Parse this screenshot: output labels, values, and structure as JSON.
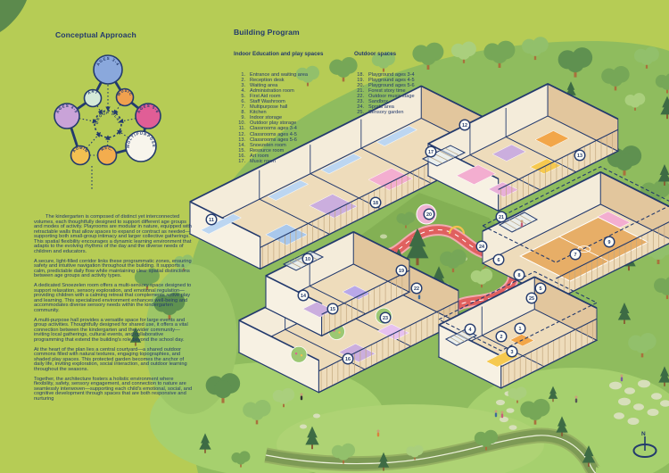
{
  "colors": {
    "ink": "#233a6d",
    "background": "#b6cc55",
    "hill": "#8fbc5e",
    "track_red": "#e0605f",
    "wall_cream": "#f4ecda",
    "floor_tan": "#eedcbb"
  },
  "concept": {
    "title": "Conceptual Approach",
    "nodes": [
      {
        "id": "ages34",
        "label": "AGES 3-4",
        "fill": "#8aa8dc"
      },
      {
        "id": "art",
        "label": "ART",
        "fill": "#d4e9d9"
      },
      {
        "id": "music",
        "label": "MUSIC",
        "fill": "#f0a04e"
      },
      {
        "id": "ages45",
        "label": "AGES 4-5",
        "fill": "#c9a3d8"
      },
      {
        "id": "ages56",
        "label": "AGES 5-6",
        "fill": "#e05e96"
      },
      {
        "id": "groupplay",
        "label": "GROUP PLAY",
        "fill": "none"
      },
      {
        "id": "multipurpose",
        "label": "MULTIPURPOSE",
        "fill": "#f8f5ec"
      },
      {
        "id": "admin",
        "label": "ADMIN",
        "fill": "#f3c051"
      },
      {
        "id": "rec",
        "label": "REC.",
        "fill": "#f3ad4e"
      }
    ]
  },
  "program": {
    "title": "Building Program",
    "indoor": {
      "heading": "Indoor Education and play spaces",
      "items": [
        {
          "n": "1.",
          "label": "Entrance and waiting area"
        },
        {
          "n": "2.",
          "label": "Reception desk"
        },
        {
          "n": "3.",
          "label": "Waiting area"
        },
        {
          "n": "4.",
          "label": "Administration room"
        },
        {
          "n": "5.",
          "label": "First Aid room"
        },
        {
          "n": "6.",
          "label": "Staff Washroom"
        },
        {
          "n": "7.",
          "label": "Multipurpose hall"
        },
        {
          "n": "8.",
          "label": "Kitchen"
        },
        {
          "n": "9.",
          "label": "Indoor storage"
        },
        {
          "n": "10.",
          "label": "Outdoor play storage"
        },
        {
          "n": "11.",
          "label": "Classrooms ages 3-4"
        },
        {
          "n": "12.",
          "label": "Classrooms ages 4-5"
        },
        {
          "n": "13.",
          "label": "Classrooms ages 5-6"
        },
        {
          "n": "14.",
          "label": "Snoezelen room"
        },
        {
          "n": "15.",
          "label": "Resource room"
        },
        {
          "n": "16.",
          "label": "Art room"
        },
        {
          "n": "17.",
          "label": "Music room"
        }
      ]
    },
    "outdoor": {
      "heading": "Outdoor spaces",
      "items": [
        {
          "n": "18.",
          "label": "Playground ages 3-4"
        },
        {
          "n": "19.",
          "label": "Playground ages 4-5"
        },
        {
          "n": "20.",
          "label": "Playground ages 5-6"
        },
        {
          "n": "21.",
          "label": "Forest story time"
        },
        {
          "n": "22.",
          "label": "Outdoor music stage"
        },
        {
          "n": "23.",
          "label": "Sandbox"
        },
        {
          "n": "24.",
          "label": "Sports area"
        },
        {
          "n": "25.",
          "label": "Sensory garden"
        }
      ]
    }
  },
  "narrative": {
    "paragraphs": [
      "The kindergarten is composed of distinct yet interconnected volumes, each thoughtfully designed to support different age groups and modes of activity. Playrooms are modular in nature, equipped with retractable walls that allow spaces to expand or contract as needed—supporting both small-group intimacy and larger collective gatherings. This spatial flexibility encourages a dynamic learning environment that adapts to the evolving rhythms of the day and the diverse needs of children and educators.",
      "A secure, light-filled corridor links these programmatic zones, ensuring safety and intuitive navigation throughout the building. It supports a calm, predictable daily flow while maintaining clear spatial distinctions between age groups and activity types.",
      "A dedicated Snoezelen room offers a multi-sensory space designed to support relaxation, sensory exploration, and emotional regulation—providing children with a calming retreat that complements active play and learning. This specialized environment enhances well-being and accommodates diverse sensory needs within the kindergarten community.",
      "A multi-purpose hall provides a versatile space for large events and group activities. Thoughtfully designed for shared use, it offers a vital connection between the kindergarten and the wider community—inviting local gatherings, cultural events, and collaborative programming that extend the building's role beyond the school day.",
      "At the heart of the plan lies a central courtyard—a shared outdoor commons filled with natural textures, engaging topographies, and shaded play spaces. This protected garden becomes the anchor of daily life, inviting exploration, social interaction, and outdoor learning throughout the seasons.",
      "Together, the architecture fosters a holistic environment where flexibility, safety, sensory engagement, and connection to nature are seamlessly interwoven—supporting each child's emotional, social, and cognitive development through spaces that are both responsive and nurturing"
    ]
  },
  "plan": {
    "north_label": "N",
    "markers": [
      1,
      2,
      3,
      4,
      5,
      6,
      7,
      8,
      9,
      10,
      11,
      12,
      13,
      14,
      15,
      16,
      17,
      18,
      19,
      20,
      21,
      22,
      23,
      24,
      25
    ]
  }
}
